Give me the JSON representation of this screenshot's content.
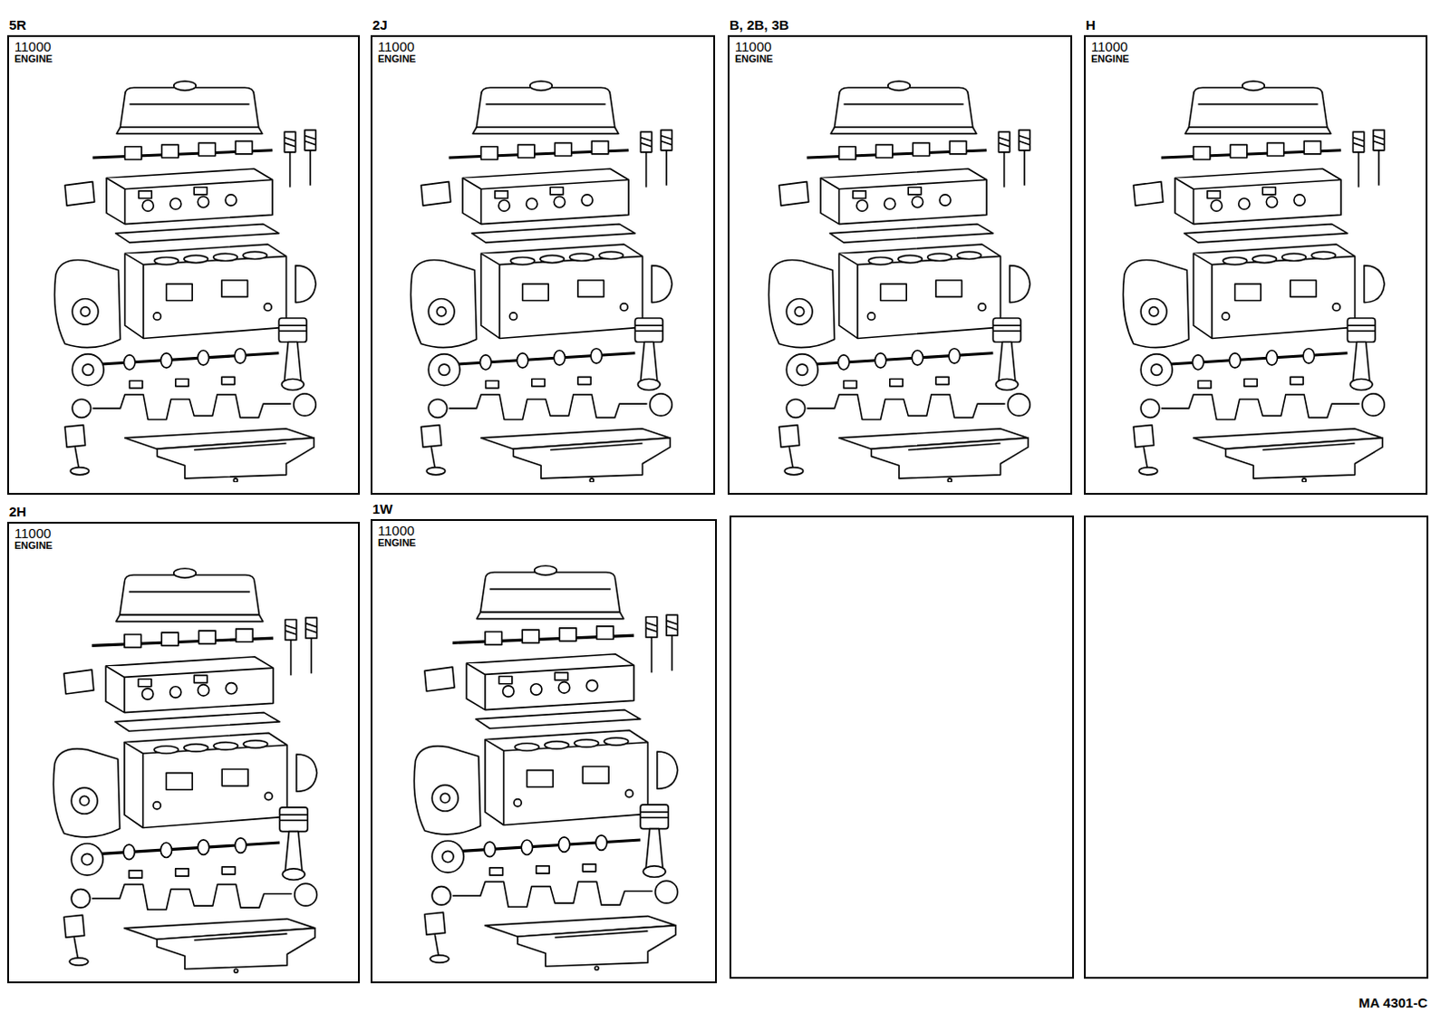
{
  "diagram": {
    "nodes": [
      {
        "text": [
          "5R",
          "11000",
          "ENGINE"
        ]
      },
      {
        "text": [
          "2J",
          "11000",
          "ENGINE"
        ]
      },
      {
        "text": [
          "B, 2B, 3B",
          "11000",
          "ENGINE"
        ]
      },
      {
        "text": [
          "H",
          "11000",
          "ENGINE"
        ]
      },
      {
        "text": [
          "2H",
          "11000",
          "ENGINE"
        ]
      },
      {
        "text": [
          "1W",
          "11000",
          "ENGINE"
        ]
      }
    ],
    "labels": [
      "MA 4301-C"
    ]
  }
}
